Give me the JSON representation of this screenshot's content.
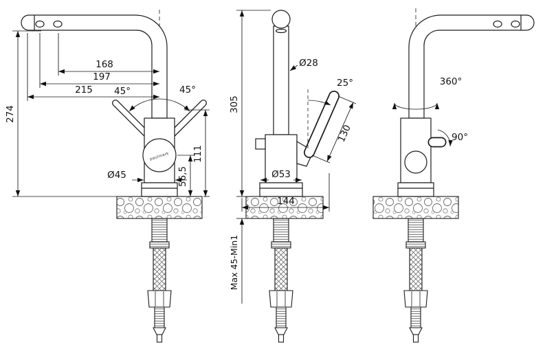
{
  "drawing": {
    "brand": "paulmark",
    "views": {
      "side_left": {
        "dims": {
          "reach_inner": "168",
          "reach_mid": "197",
          "reach_outer": "215",
          "spout_height": "274",
          "lever_angle_left": "45°",
          "lever_angle_right": "45°",
          "body_diameter": "Ø45",
          "lever_height": "111",
          "body_height": "56,5"
        }
      },
      "front": {
        "dims": {
          "total_height": "305",
          "spout_diameter": "Ø28",
          "filter_lever_angle": "25°",
          "filter_lever_length": "130",
          "base_diameter": "Ø53",
          "depth": "144",
          "mounting_thickness": "Max 45-Min1"
        }
      },
      "side_right": {
        "dims": {
          "swivel_angle": "360°",
          "handle_angle": "90°"
        }
      }
    }
  }
}
